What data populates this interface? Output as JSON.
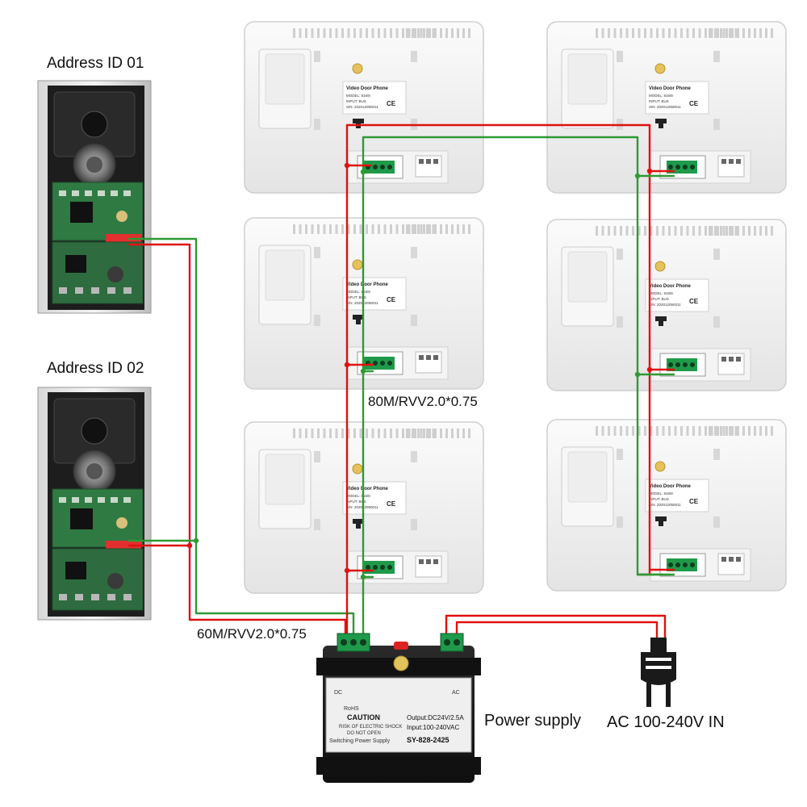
{
  "labels": {
    "address_1": "Address ID 01",
    "address_2": "Address ID 02",
    "cable_monitors": "80M/RVV2.0*0.75",
    "cable_doorbells": "60M/RVV2.0*0.75",
    "power_supply": "Power supply",
    "ac_input": "AC 100-240V IN"
  },
  "monitor_sticker": {
    "title": "Video Door Phone",
    "model": "MODEL: 816/8",
    "input": "INPUT: BUS",
    "sn": "S/N: 202012050011",
    "ce": "CE"
  },
  "psu": {
    "caution_title": "CAUTION",
    "caution_line1": "RISK OF ELECTRIC SHOCK",
    "caution_line2": "DO NOT OPEN",
    "rohs": "RoHS",
    "input": "Input:100-240VAC",
    "output": "Output:DC24V/2.5A",
    "model": "SY-828-2425",
    "name": "Switching Power Supply",
    "dc": "DC",
    "ac": "AC"
  },
  "colors": {
    "wire_red": "#e01010",
    "wire_green": "#2f9a34",
    "pcb_green": "#2f7a43",
    "terminal_green": "#1f9a4a",
    "monitor_body": "#f1f1f1",
    "psu_body": "#1c1c1c"
  }
}
